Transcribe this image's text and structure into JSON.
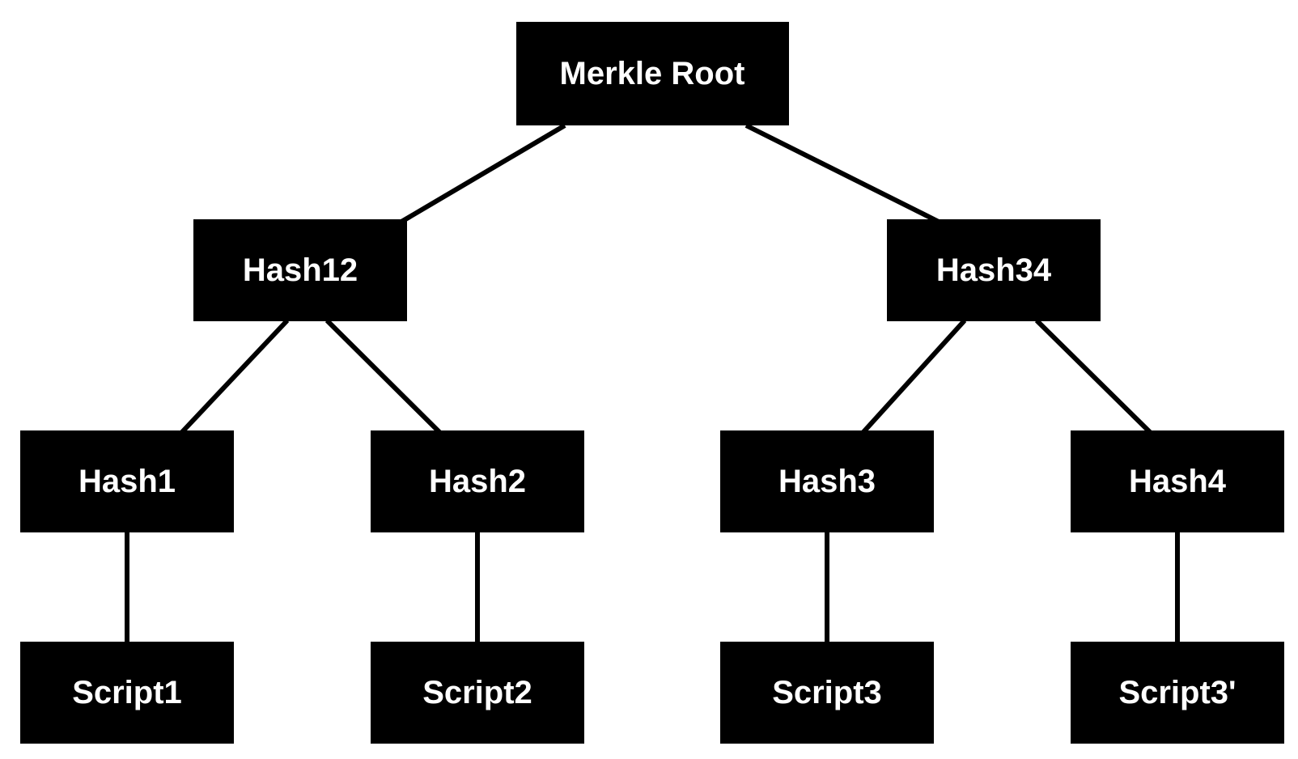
{
  "diagram": {
    "nodes": {
      "root": "Merkle Root",
      "hash12": "Hash12",
      "hash34": "Hash34",
      "hash1": "Hash1",
      "hash2": "Hash2",
      "hash3": "Hash3",
      "hash4": "Hash4",
      "script1": "Script1",
      "script2": "Script2",
      "script3": "Script3",
      "script3prime": "Script3'"
    },
    "edges": [
      [
        "root",
        "hash12"
      ],
      [
        "root",
        "hash34"
      ],
      [
        "hash12",
        "hash1"
      ],
      [
        "hash12",
        "hash2"
      ],
      [
        "hash34",
        "hash3"
      ],
      [
        "hash34",
        "hash4"
      ],
      [
        "hash1",
        "script1"
      ],
      [
        "hash2",
        "script2"
      ],
      [
        "hash3",
        "script3"
      ],
      [
        "hash4",
        "script3prime"
      ]
    ],
    "colors": {
      "node_fill": "#000000",
      "node_text": "#ffffff",
      "edge": "#000000",
      "background": "#ffffff"
    }
  }
}
